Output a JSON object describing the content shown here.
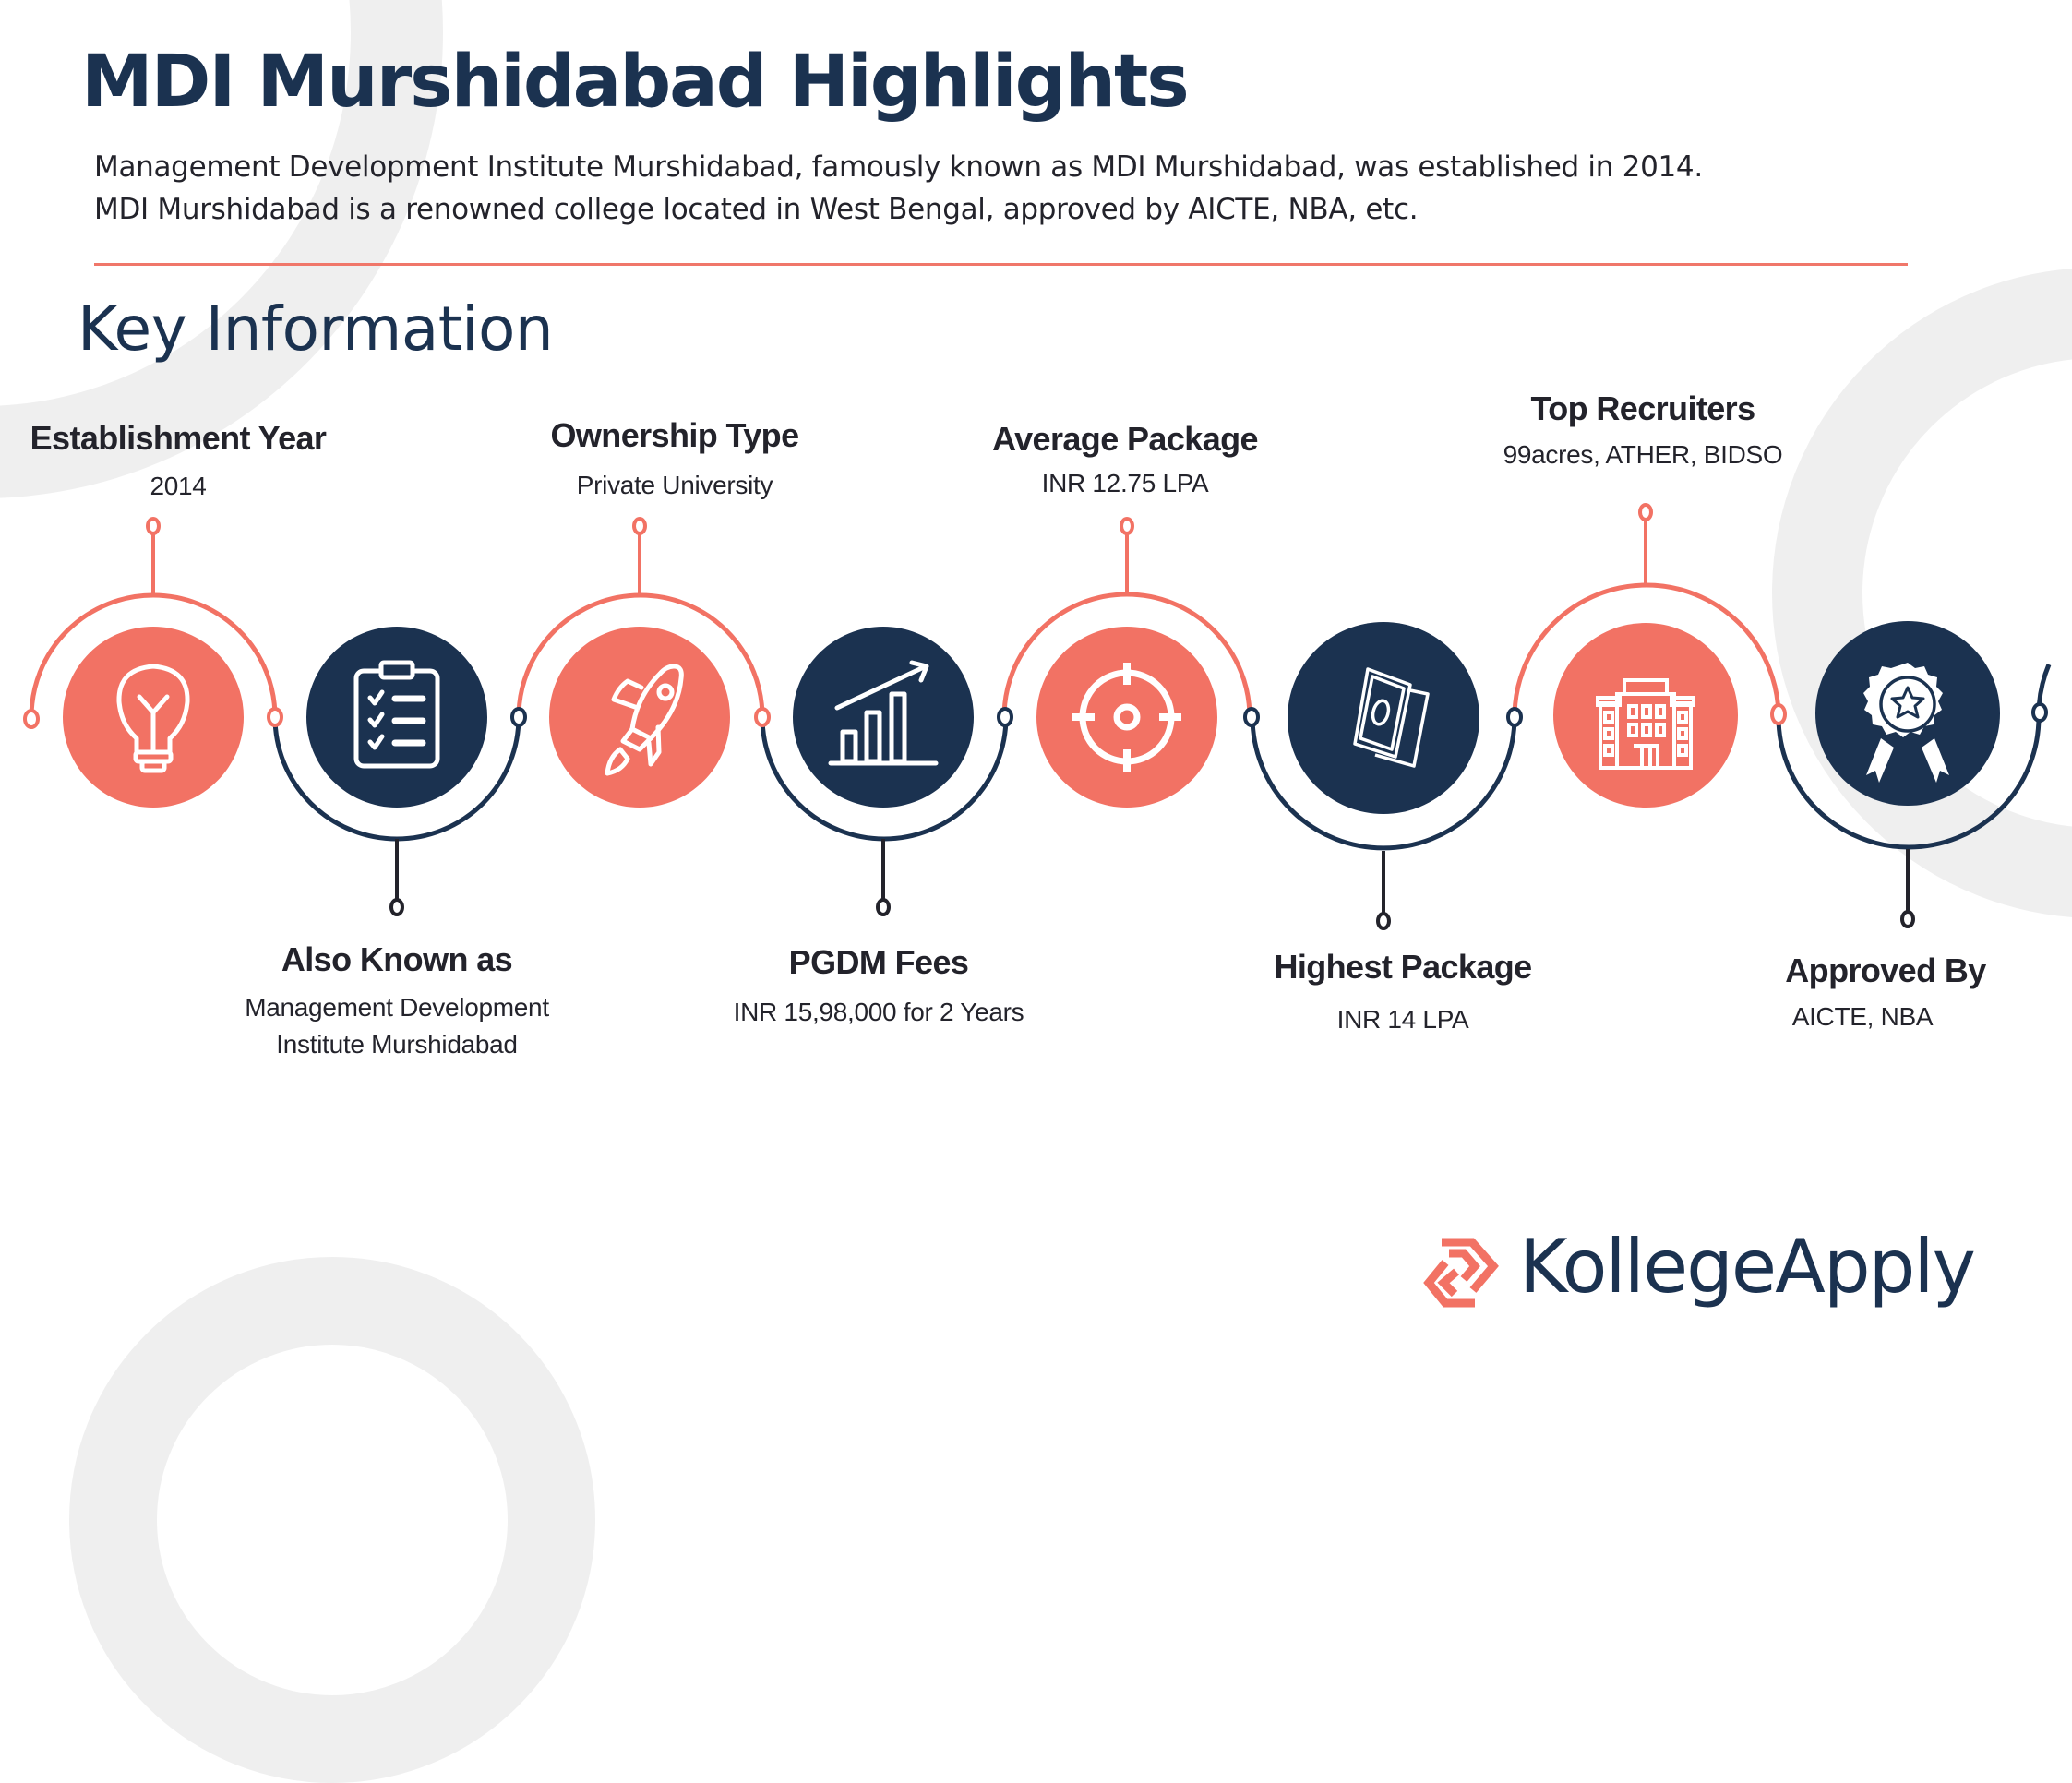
{
  "header": {
    "title": "MDI Murshidabad Highlights",
    "intro_lines": [
      "Management Development Institute Murshidabad, famously known as MDI Murshidabad, was established in 2014.",
      "MDI Murshidabad is a renowned college located in West Bengal, approved by AICTE, NBA, etc."
    ]
  },
  "key_information": {
    "title": "Key Information",
    "items": [
      {
        "heading": "Establishment Year",
        "value": "2014",
        "icon": "lightbulb-icon",
        "position": "top",
        "color": "coral"
      },
      {
        "heading": "Also Known as",
        "value_lines": [
          "Management Development",
          "Institute Murshidabad"
        ],
        "icon": "clipboard-checklist-icon",
        "position": "bottom",
        "color": "navy"
      },
      {
        "heading": "Ownership Type",
        "value": "Private University",
        "icon": "rocket-icon",
        "position": "top",
        "color": "coral"
      },
      {
        "heading": "PGDM Fees",
        "value": "INR 15,98,000 for 2 Years",
        "icon": "bar-chart-growth-icon",
        "position": "bottom",
        "color": "navy"
      },
      {
        "heading": "Average Package",
        "value": "INR 12.75 LPA",
        "icon": "target-icon",
        "position": "top",
        "color": "coral"
      },
      {
        "heading": "Highest Package",
        "value": "INR 14 LPA",
        "icon": "money-bills-icon",
        "position": "bottom",
        "color": "navy"
      },
      {
        "heading": "Top Recruiters",
        "value": "99acres, ATHER, BIDSO",
        "icon": "office-building-icon",
        "position": "top",
        "color": "coral"
      },
      {
        "heading": "Approved By",
        "value": "AICTE, NBA",
        "icon": "award-badge-icon",
        "position": "bottom",
        "color": "navy"
      }
    ]
  },
  "brand": {
    "name": "KollegeApply"
  },
  "colors": {
    "navy": "#1b3250",
    "coral": "#f27264",
    "text": "#23232b",
    "decor": "#efefef",
    "divider": "#f0776a"
  }
}
